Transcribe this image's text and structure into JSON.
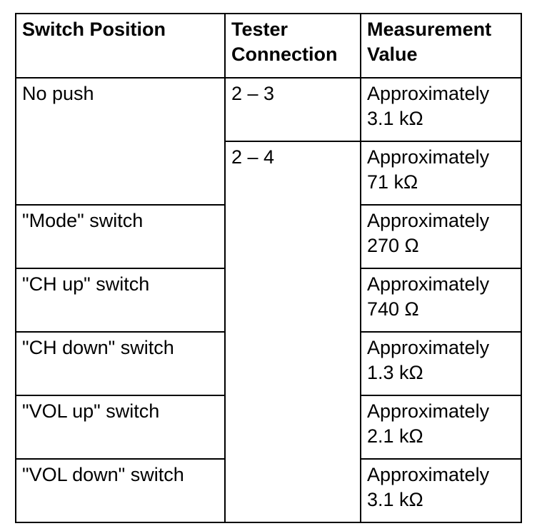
{
  "table": {
    "headers": {
      "switch_position": "Switch Position",
      "tester_connection_line1": "Tester",
      "tester_connection_line2": "Connection",
      "measurement_value_line1": "Measurement",
      "measurement_value_line2": "Value"
    },
    "switch_positions": [
      "No push",
      "\"Mode\" switch",
      "\"CH up\" switch",
      "\"CH down\" switch",
      "\"VOL up\" switch",
      "\"VOL down\" switch"
    ],
    "tester_connections": [
      "2 – 3",
      "2 – 4"
    ],
    "measurements": [
      {
        "line1": "Approximately",
        "line2": "3.1 kΩ"
      },
      {
        "line1": "Approximately",
        "line2": "71 kΩ"
      },
      {
        "line1": "Approximately",
        "line2": "270 Ω"
      },
      {
        "line1": "Approximately",
        "line2": "740 Ω"
      },
      {
        "line1": "Approximately",
        "line2": "1.3 kΩ"
      },
      {
        "line1": "Approximately",
        "line2": "2.1 kΩ"
      },
      {
        "line1": "Approximately",
        "line2": "3.1 kΩ"
      }
    ]
  }
}
